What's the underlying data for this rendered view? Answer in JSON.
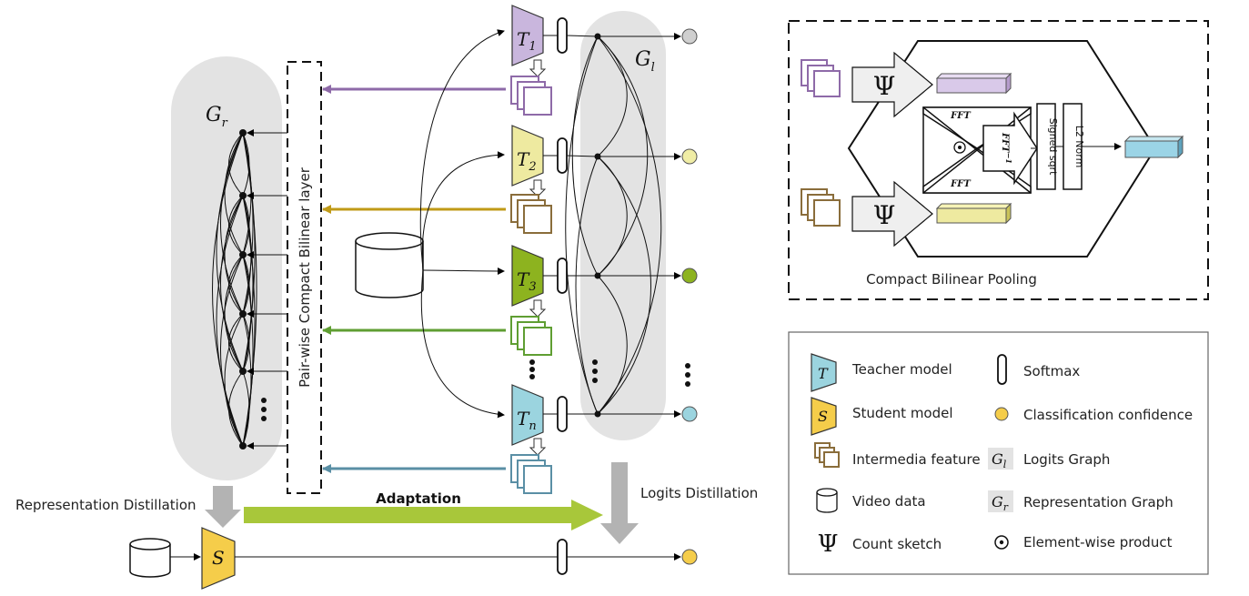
{
  "teacher_sub": [
    "1",
    "2",
    "3",
    "n"
  ],
  "graph_r_sub": "r",
  "graph_l_sub": "l",
  "pairwise_layer": "Pair-wise Compact Bilinear layer",
  "rep_distill": "Representation Distillation",
  "logits_distill": "Logits Distillation",
  "adaptation": "Adaptation",
  "student_letter": "S",
  "teacher_letter": "T",
  "graph_letter": "G",
  "cbp": {
    "title": "Compact Bilinear Pooling",
    "fft": "FFT",
    "ifft": "FFT",
    "ifft_sup": "−1",
    "signed_sqrt": "Signed sqrt",
    "l2_norm": "L2 Norm",
    "psi": "Ψ"
  },
  "legend": {
    "teacher": "Teacher model",
    "student": "Student model",
    "feature": "Intermedia feature",
    "video": "Video data",
    "count_sketch": "Count sketch",
    "softmax": "Softmax",
    "confidence": "Classification confidence",
    "logits_graph": "Logits Graph",
    "rep_graph": "Representation Graph",
    "element_wise": "Element-wise product"
  },
  "colors": {
    "t1": "#c9b6dd",
    "t1_line": "#8e6aa8",
    "t2": "#eeeaa0",
    "t2_line": "#c09a17",
    "t3": "#8db31f",
    "t3_line": "#5f9e32",
    "tn": "#9bd4df",
    "tn_line": "#5a8fa5",
    "student": "#f5cd4a",
    "adapt": "#a8c73a",
    "gray_region": "#e3e3e3"
  }
}
